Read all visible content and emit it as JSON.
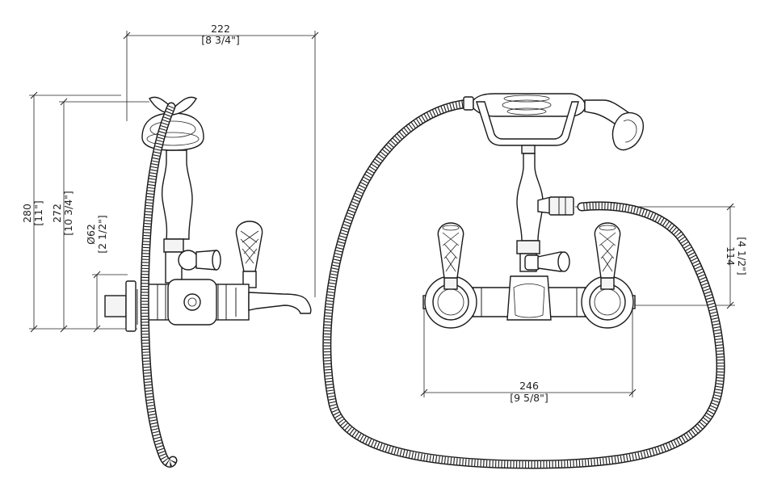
{
  "dimensions": {
    "width_top": {
      "mm": "222",
      "inch": "[8 3/4\"]"
    },
    "height_total": {
      "mm": "280",
      "inch": "[11\"]"
    },
    "height_cradle": {
      "mm": "272",
      "inch": "[10 3/4\"]"
    },
    "flange_diameter": {
      "mm": "Ø62",
      "inch": "[2 1/2\"]"
    },
    "centers": {
      "mm": "246",
      "inch": "[9 5/8\"]"
    },
    "outlet_height": {
      "mm": "114",
      "inch": "[4 1/2\"]"
    }
  },
  "colors": {
    "line": "#1a1a1a",
    "background": "#ffffff"
  }
}
